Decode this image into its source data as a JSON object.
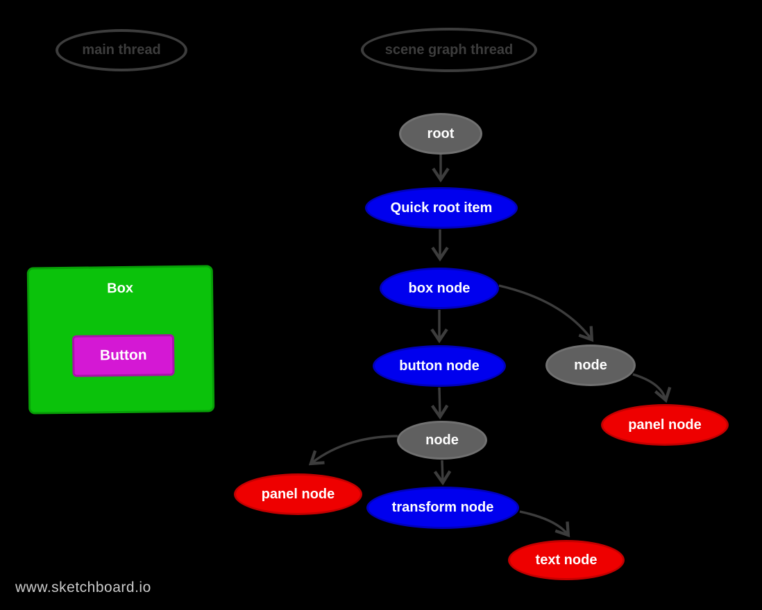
{
  "colors": {
    "background": "#000000",
    "outline": "#3d3d3d",
    "node_text": "#ffffff",
    "gray_fill": "#606060",
    "gray_border": "#717171",
    "blue_fill": "#0000ee",
    "blue_border": "#0000bb",
    "red_fill": "#ee0000",
    "red_border": "#c40000",
    "green_fill": "#0bc20b",
    "green_border": "#089f08",
    "magenta_fill": "#d418d4",
    "magenta_border": "#a812a8",
    "watermark_color": "#cccccc"
  },
  "threads": {
    "main": {
      "label": "main thread"
    },
    "scene_graph": {
      "label": "scene graph thread"
    }
  },
  "main_thread": {
    "box": {
      "label": "Box",
      "color": "#0bc20b"
    },
    "button": {
      "label": "Button",
      "color": "#d418d4"
    }
  },
  "scene_graph": {
    "nodes": {
      "root": {
        "label": "root",
        "kind": "gray"
      },
      "quick_root_item": {
        "label": "Quick root item",
        "kind": "blue"
      },
      "box_node": {
        "label": "box node",
        "kind": "blue"
      },
      "button_node": {
        "label": "button node",
        "kind": "blue"
      },
      "node_mid": {
        "label": "node",
        "kind": "gray"
      },
      "node_right": {
        "label": "node",
        "kind": "gray"
      },
      "panel_node_left": {
        "label": "panel node",
        "kind": "red"
      },
      "panel_node_right": {
        "label": "panel node",
        "kind": "red"
      },
      "transform_node": {
        "label": "transform node",
        "kind": "blue"
      },
      "text_node": {
        "label": "text node",
        "kind": "red"
      }
    },
    "edges": [
      {
        "from": "root",
        "to": "quick_root_item"
      },
      {
        "from": "quick_root_item",
        "to": "box_node"
      },
      {
        "from": "box_node",
        "to": "button_node"
      },
      {
        "from": "box_node",
        "to": "node_right"
      },
      {
        "from": "button_node",
        "to": "node_mid"
      },
      {
        "from": "node_mid",
        "to": "panel_node_left"
      },
      {
        "from": "node_mid",
        "to": "transform_node"
      },
      {
        "from": "node_right",
        "to": "panel_node_right"
      },
      {
        "from": "transform_node",
        "to": "text_node"
      }
    ]
  },
  "watermark": {
    "text": "www.sketchboard.io"
  }
}
